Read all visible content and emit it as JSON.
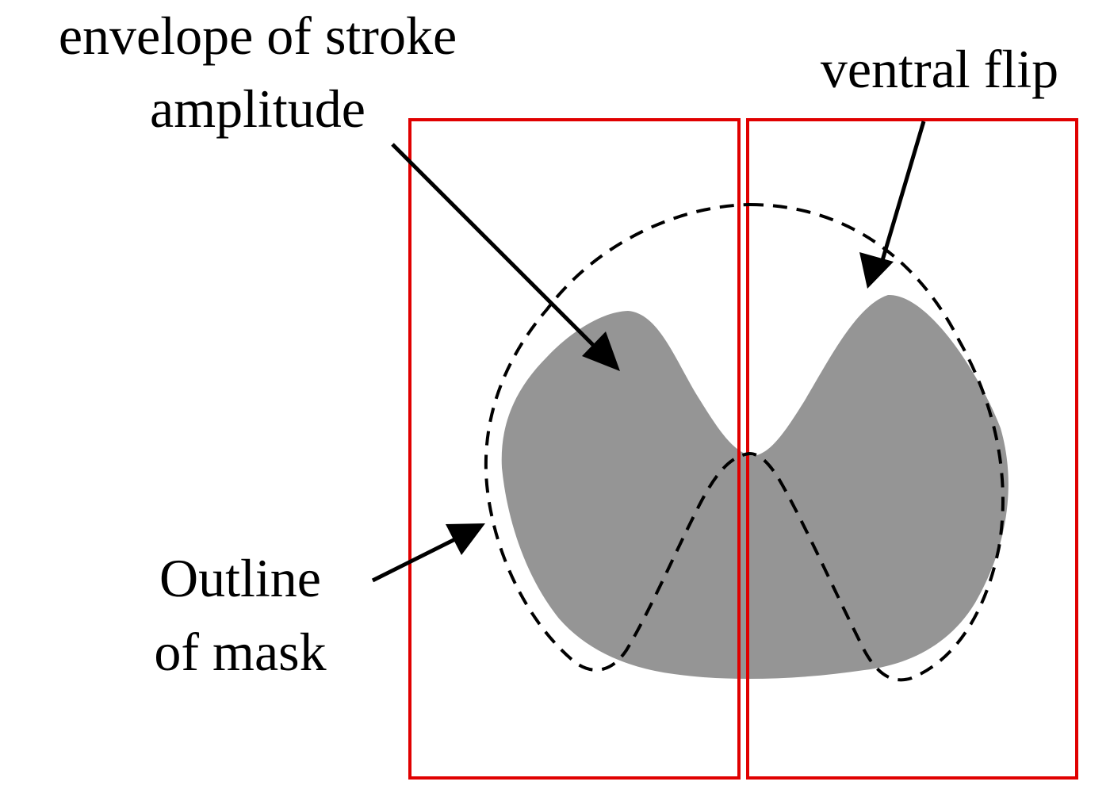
{
  "labels": {
    "envelope_line1": "envelope of stroke",
    "envelope_line2": "amplitude",
    "ventral_flip": "ventral flip",
    "outline_line1": "Outline",
    "outline_line2": "of mask"
  },
  "colors": {
    "box_stroke": "#e00000",
    "mask_fill": "#959595",
    "line": "#000000",
    "background": "#ffffff"
  }
}
